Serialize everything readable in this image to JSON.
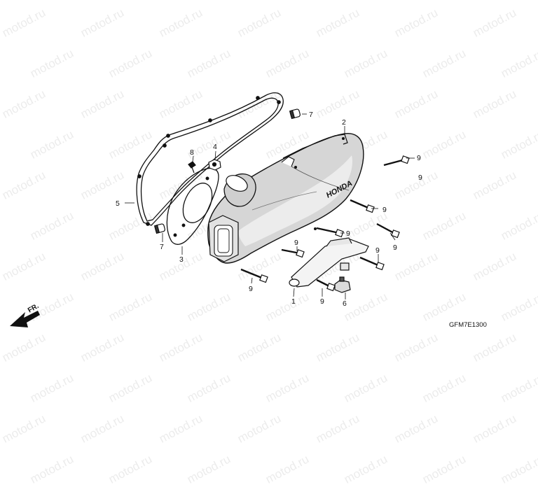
{
  "watermark": "motod.ru",
  "diagram_code": "GFM7E1300",
  "front_label": "FR.",
  "logo_text": "HONDA",
  "callouts": {
    "c1": "1",
    "c2": "2",
    "c3": "3",
    "c4": "4",
    "c5": "5",
    "c6": "6",
    "c7a": "7",
    "c7b": "7",
    "c8": "8",
    "c9a": "9",
    "c9b": "9",
    "c9c": "9",
    "c9d": "9",
    "c9e": "9",
    "c9f": "9",
    "c9g": "9",
    "c9h": "9",
    "c9i": "9"
  }
}
